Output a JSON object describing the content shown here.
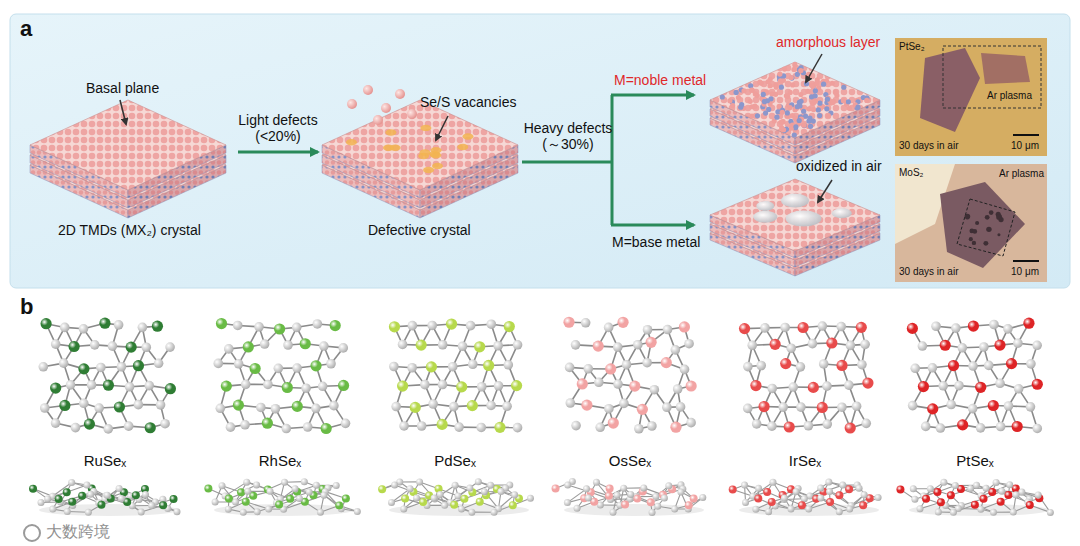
{
  "diagram": {
    "nodes": [
      {
        "text": [
          "PtSe₂",
          "Ar plasma",
          "30 days in air",
          "10 μm"
        ]
      },
      {
        "text": [
          "MoS₂",
          "Ar plasma",
          "30 days in air",
          "10 μm"
        ]
      }
    ],
    "labels": [
      "a",
      "Basal plane",
      "2D TMDs (MX₂) crystal",
      "Light defects (<20%)",
      "Se/S vacancies",
      "Defective crystal",
      "Heavy defects (～30%)",
      "M=noble metal",
      "M=base metal",
      "amorphous layer",
      "oxidized in air",
      "b",
      "RuSeₓ",
      "RhSeₓ",
      "PdSeₓ",
      "OsSeₓ",
      "IrSeₓ",
      "PtSeₓ",
      "大数跨境"
    ]
  }
}
